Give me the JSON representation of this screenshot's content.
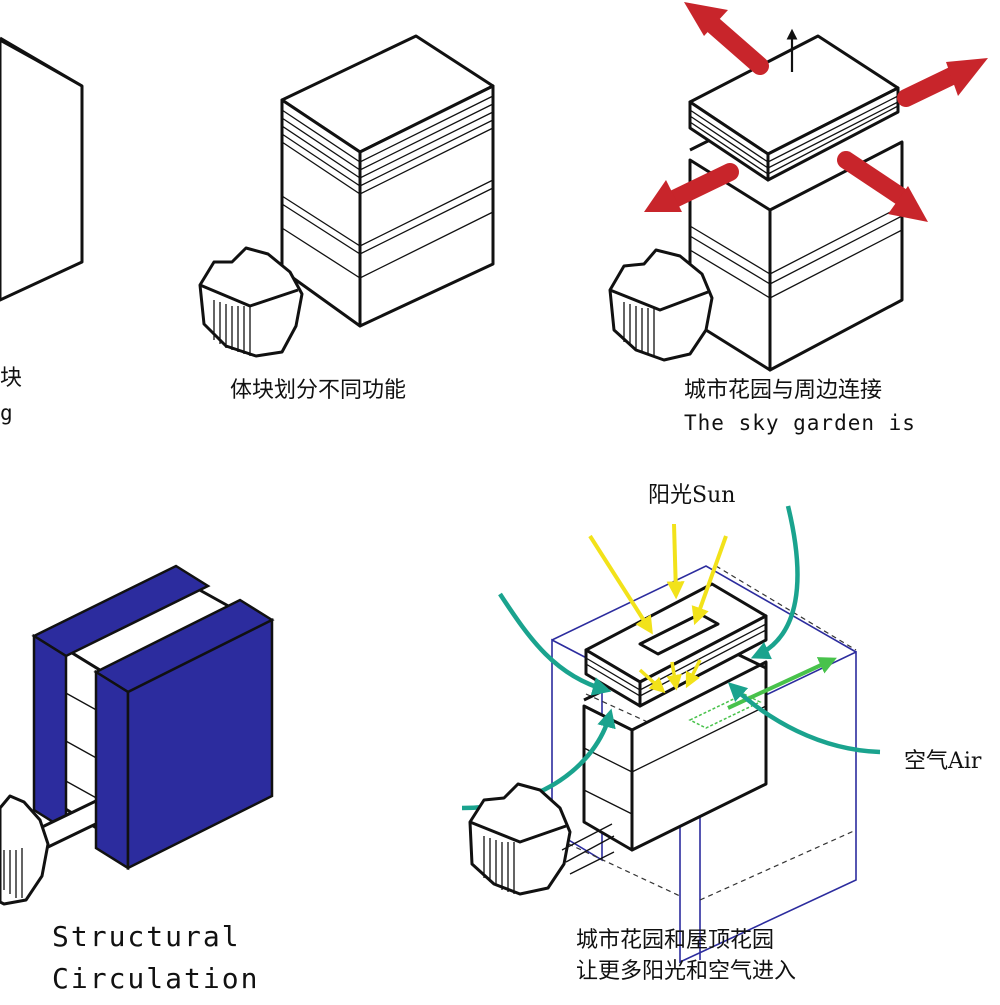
{
  "panels": {
    "p1": {
      "caption_cn": "块",
      "caption_en": "g"
    },
    "p2": {
      "caption_cn": "体块划分不同功能"
    },
    "p3": {
      "caption_cn": "城市花园与周边连接",
      "caption_en": "The sky garden is"
    },
    "p4": {
      "caption_line1": "Structural",
      "caption_line2": "Circulation"
    },
    "p5": {
      "label_sun": "阳光Sun",
      "label_air": "空气Air",
      "caption_line1": "城市花园和屋顶花园",
      "caption_line2": "让更多阳光和空气进入"
    }
  },
  "colors": {
    "arrow_red": "#c8252b",
    "structure_blue": "#2c2c9e",
    "sun_yellow": "#f2e21a",
    "air_teal": "#1aa38e",
    "air_green": "#48c24b"
  },
  "icons": [
    "up-arrow-icon",
    "red-arrow-icon",
    "sun-arrow-icon",
    "air-arrow-icon"
  ]
}
